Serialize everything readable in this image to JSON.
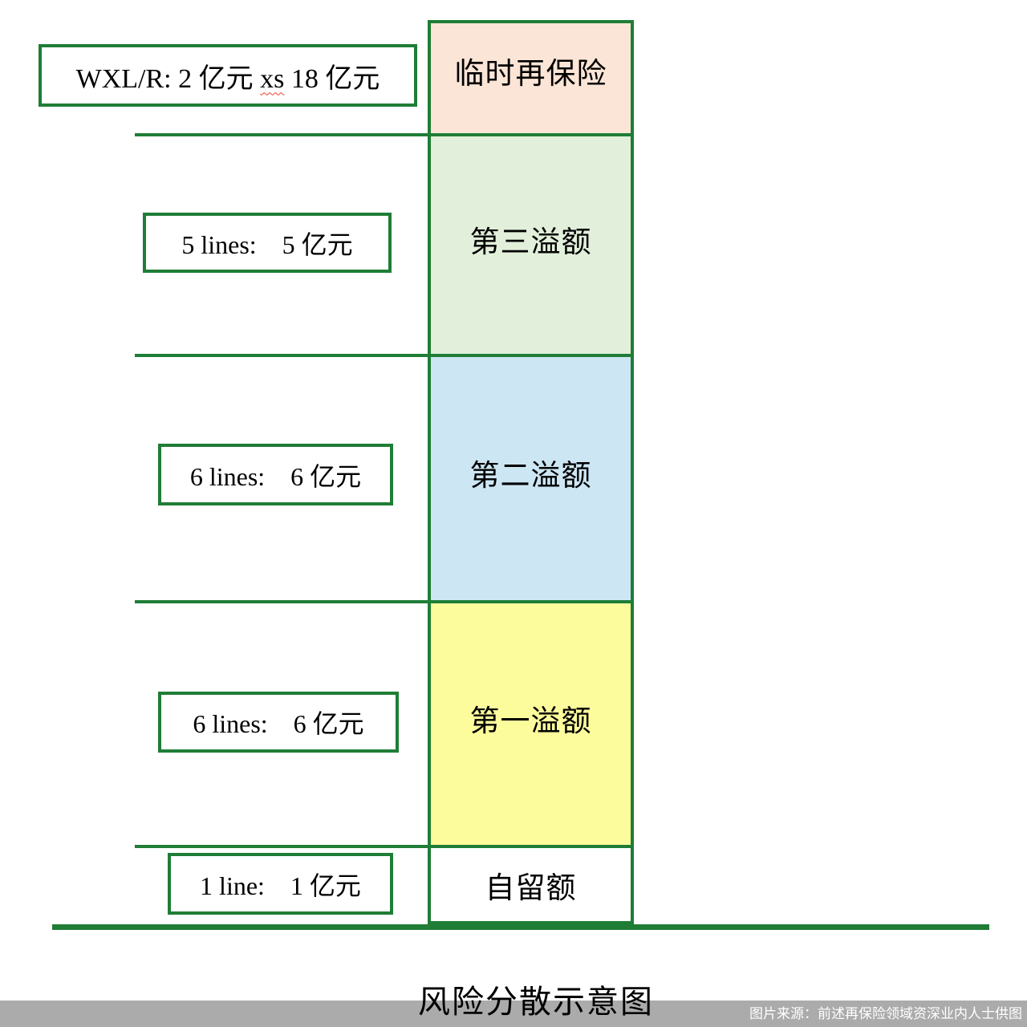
{
  "title": "风险分散示意图",
  "watermark": "图片来源：前述再保险领域资深业内人士供图",
  "wxl_label": {
    "prefix": "WXL/R: 2 亿元 ",
    "underlined_word": "xs",
    "suffix": " 18 亿元"
  },
  "line_labels": [
    "5 lines:　5 亿元",
    "6 lines:　6 亿元",
    "6 lines:　6 亿元",
    "1 line:　1 亿元"
  ],
  "layers": [
    {
      "name": "临时再保险",
      "fill": "#fbe5d6"
    },
    {
      "name": "第三溢额",
      "fill": "#e2efda"
    },
    {
      "name": "第二溢额",
      "fill": "#cde6f4"
    },
    {
      "name": "第一溢额",
      "fill": "#fcfc9c"
    },
    {
      "name": "自留额",
      "fill": "#ffffff"
    }
  ],
  "colors": {
    "line_green": "#1f7d36",
    "footer_gray": "#ababab",
    "spellcheck_red": "#ed3e2b",
    "text_black": "#000000",
    "watermark_white": "#ffffff"
  }
}
